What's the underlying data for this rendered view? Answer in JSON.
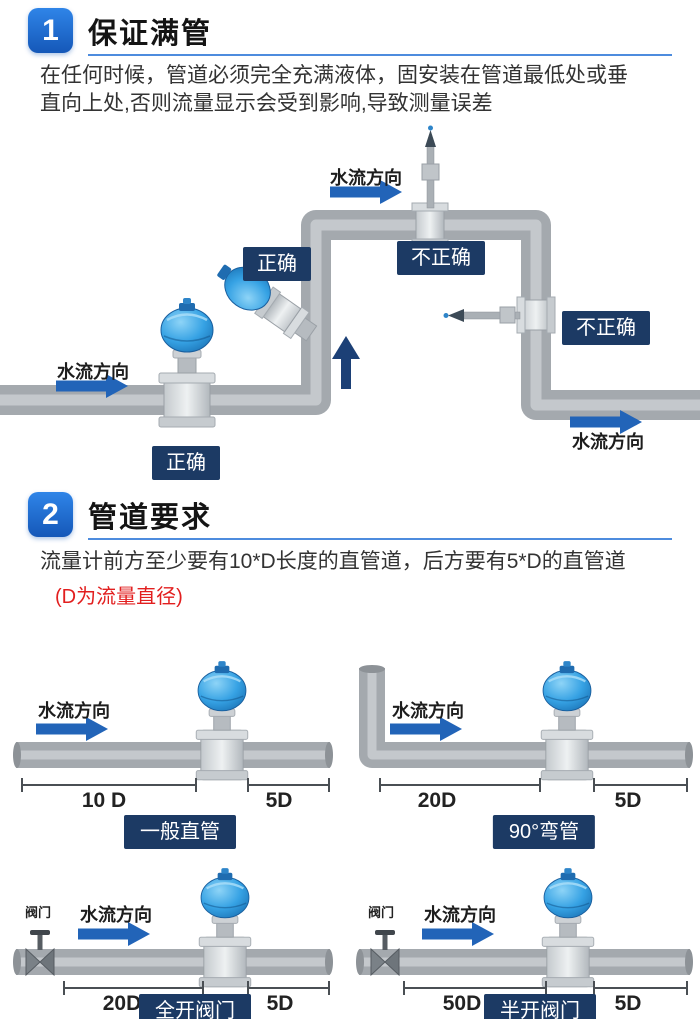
{
  "sections": {
    "s1": {
      "number": "1",
      "title": "保证满管",
      "description": "在任何时候，管道必须完全充满液体，固安装在管道最低处或垂直向上处,否则流量显示会受到影响,导致测量误差",
      "labels": {
        "flow_top": "水流方向",
        "flow_left": "水流方向",
        "flow_right": "水流方向",
        "correct_riser": "正确",
        "incorrect_top": "不正确",
        "incorrect_side": "不正确",
        "correct_bottom": "正确"
      }
    },
    "s2": {
      "number": "2",
      "title": "管道要求",
      "description": "流量计前方至少要有10*D长度的直管道，后方要有5*D的直管道",
      "note": "(D为流量直径)",
      "diagrams": [
        {
          "flow": "水流方向",
          "front": "10 D",
          "back": "5D",
          "caption": "一般直管"
        },
        {
          "flow": "水流方向",
          "front": "20D",
          "back": "5D",
          "caption": "90°弯管"
        },
        {
          "flow": "水流方向",
          "front": "20D",
          "back": "5D",
          "caption": "全开阀门",
          "valve": "阀门"
        },
        {
          "flow": "水流方向",
          "front": "50D",
          "back": "5D",
          "caption": "半开阀门",
          "valve": "阀门"
        }
      ]
    }
  },
  "colors": {
    "badge_blue": "#1e62c8",
    "tag_navy": "#1c3a64",
    "arrow_blue": "#2264b8",
    "note_red": "#e21f1f",
    "pipe_gray": "#a4a9ae",
    "meter_blue": "#2e9be0"
  }
}
